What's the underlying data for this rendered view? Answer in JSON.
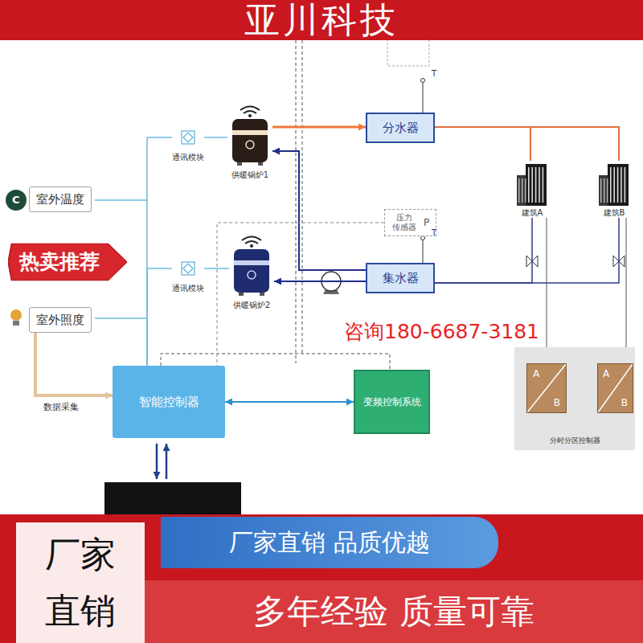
{
  "diagram": {
    "title": "亚川科技",
    "nodes": [
      {
        "text": [
          "室外温度"
        ]
      },
      {
        "text": [
          "热卖推荐"
        ]
      },
      {
        "text": [
          "室外照度"
        ]
      },
      {
        "text": [
          "通讯模块"
        ]
      },
      {
        "text": [
          "供暖锅炉1"
        ]
      },
      {
        "text": [
          "分水器"
        ]
      },
      {
        "text": [
          "压力 传感器",
          "P"
        ]
      },
      {
        "text": [
          "通讯模块"
        ]
      },
      {
        "text": [
          "供暖锅炉2"
        ]
      },
      {
        "text": [
          "集水器"
        ]
      },
      {
        "text": [
          "建筑A"
        ]
      },
      {
        "text": [
          "建筑B"
        ]
      },
      {
        "text": [
          "智能控制器"
        ]
      },
      {
        "text": [
          "变频控制系统"
        ]
      },
      {
        "text": [
          "分时分区控制器"
        ]
      },
      {
        "text": [
          "A",
          "B"
        ],
        "in": 14
      },
      {
        "text": [
          "A",
          "B"
        ],
        "in": 14
      },
      {
        "text": [
          "厂家 直销"
        ]
      },
      {
        "text": [
          "厂家直销 品质优越"
        ]
      },
      {
        "text": [
          "多年经验 质量可靠"
        ]
      }
    ],
    "edges": [
      {
        "from": 12,
        "to": 3,
        "arrow": "none"
      },
      {
        "from": 12,
        "to": 7,
        "arrow": "none"
      },
      {
        "from": 3,
        "to": 4,
        "arrow": "none"
      },
      {
        "from": 7,
        "to": 8,
        "arrow": "none"
      },
      {
        "from": 4,
        "to": 5,
        "arrow": "to"
      },
      {
        "from": 9,
        "to": 8,
        "arrow": "to"
      },
      {
        "from": 9,
        "to": 4,
        "arrow": "to"
      },
      {
        "from": 5,
        "to": 10,
        "arrow": "none"
      },
      {
        "from": 5,
        "to": 11,
        "arrow": "none"
      },
      {
        "from": 10,
        "to": 9,
        "arrow": "none"
      },
      {
        "from": 11,
        "to": 9,
        "arrow": "none"
      },
      {
        "from": 10,
        "to": 15,
        "arrow": "none"
      },
      {
        "from": 11,
        "to": 16,
        "arrow": "none"
      },
      {
        "from": 12,
        "to": 13,
        "arrow": "both"
      },
      {
        "from": 2,
        "to": 12,
        "label": "数据采集",
        "arrow": "to"
      },
      {
        "from": 6,
        "to": 12,
        "arrow": "none"
      }
    ],
    "labels": [
      "C",
      "咨询180-6687-3181",
      "T",
      "T"
    ]
  }
}
